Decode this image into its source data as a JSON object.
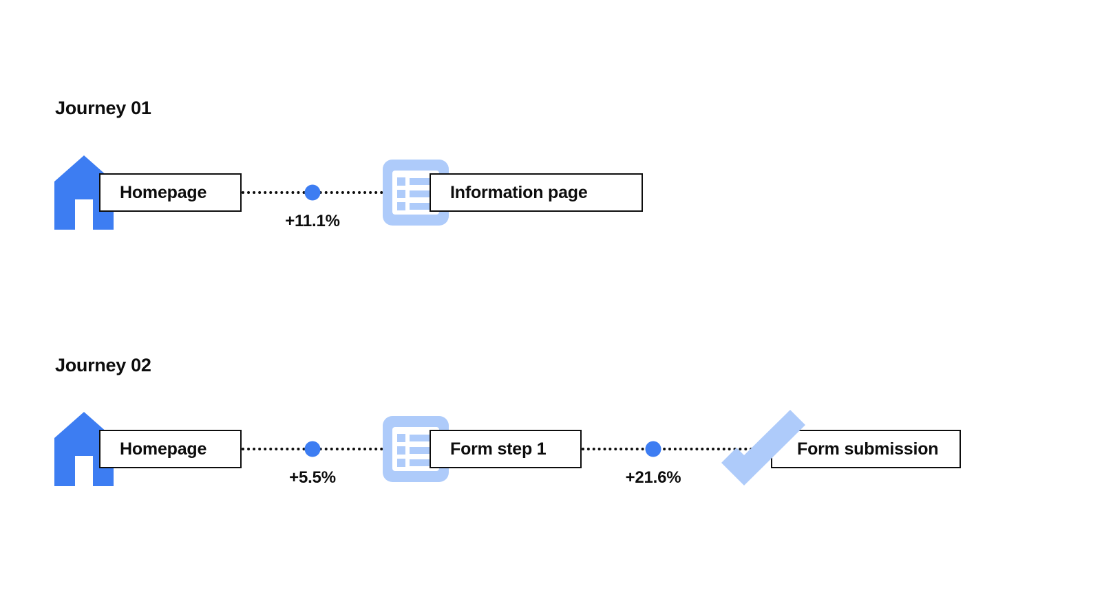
{
  "page": {
    "background": "#ffffff",
    "accent_blue": "#3d7df2",
    "icon_light_blue": "#aecbfa",
    "text_color": "#0d0d0d"
  },
  "journeys": [
    {
      "title": "Journey 01",
      "nodes": [
        {
          "label": "Homepage",
          "icon": "home-icon"
        },
        {
          "label": "Information page",
          "icon": "list-document-icon"
        }
      ],
      "connections": [
        {
          "label": "+11.1%",
          "value": 11.1
        }
      ]
    },
    {
      "title": "Journey 02",
      "nodes": [
        {
          "label": "Homepage",
          "icon": "home-icon"
        },
        {
          "label": "Form step 1",
          "icon": "list-document-icon"
        },
        {
          "label": "Form submission",
          "icon": "checkmark-icon"
        }
      ],
      "connections": [
        {
          "label": "+5.5%",
          "value": 5.5
        },
        {
          "label": "+21.6%",
          "value": 21.6
        }
      ]
    }
  ]
}
